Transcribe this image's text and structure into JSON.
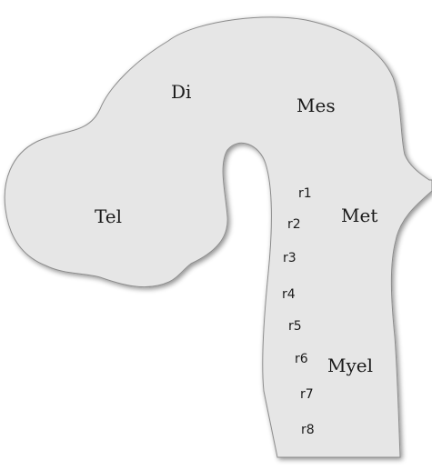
{
  "diagram": {
    "fill_color": "#e6e6e6",
    "region_labels": {
      "tel": "Tel",
      "di": "Di",
      "mes": "Mes",
      "met": "Met",
      "myel": "Myel"
    },
    "rhombomeres": [
      "r1",
      "r2",
      "r3",
      "r4",
      "r5",
      "r6",
      "r7",
      "r8"
    ]
  }
}
